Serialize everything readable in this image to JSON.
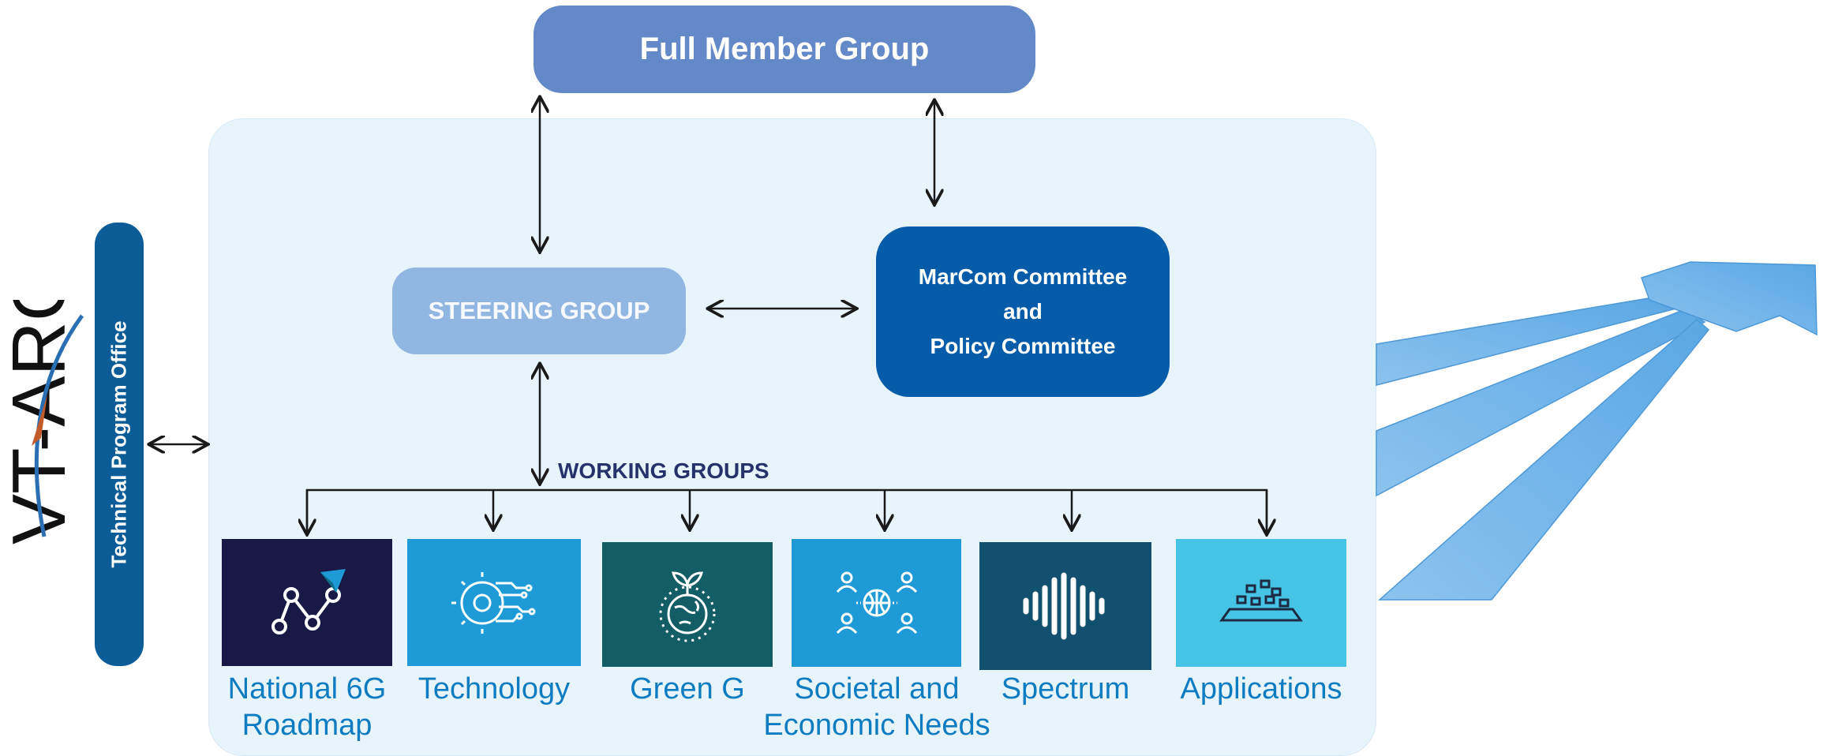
{
  "full_member_group": "Full Member Group",
  "steering_group": "STEERING GROUP",
  "marcom": {
    "line1": "MarCom Committee",
    "line2": "and",
    "line3": "Policy Committee"
  },
  "technical_program_office": "Technical Program Office",
  "working_groups_label": "WORKING GROUPS",
  "logo_text": "VT-ARC",
  "working_groups": [
    {
      "line1": "National 6G",
      "line2": "Roadmap",
      "icon": "roadmap-icon",
      "color": "#181a45"
    },
    {
      "line1": "Technology",
      "line2": "",
      "icon": "brain-gear-icon",
      "color": "#1e9bd7"
    },
    {
      "line1": "Green G",
      "line2": "",
      "icon": "sprout-globe-icon",
      "color": "#135e66"
    },
    {
      "line1": "Societal and",
      "line2": "Economic Needs",
      "icon": "people-globe-icon",
      "color": "#1e9bd7"
    },
    {
      "line1": "Spectrum",
      "line2": "",
      "icon": "waveform-icon",
      "color": "#13506f"
    },
    {
      "line1": "Applications",
      "line2": "",
      "icon": "apps-platform-icon",
      "color": "#46c4e5"
    }
  ],
  "colors": {
    "panel": "#e8f4fc",
    "full_member": "#6389c8",
    "steering": "#91b6e1",
    "marcom": "#065ca9",
    "tpo": "#0b5c97",
    "label": "#0e7cc1",
    "arrow_fan": "#6fb0e6"
  }
}
